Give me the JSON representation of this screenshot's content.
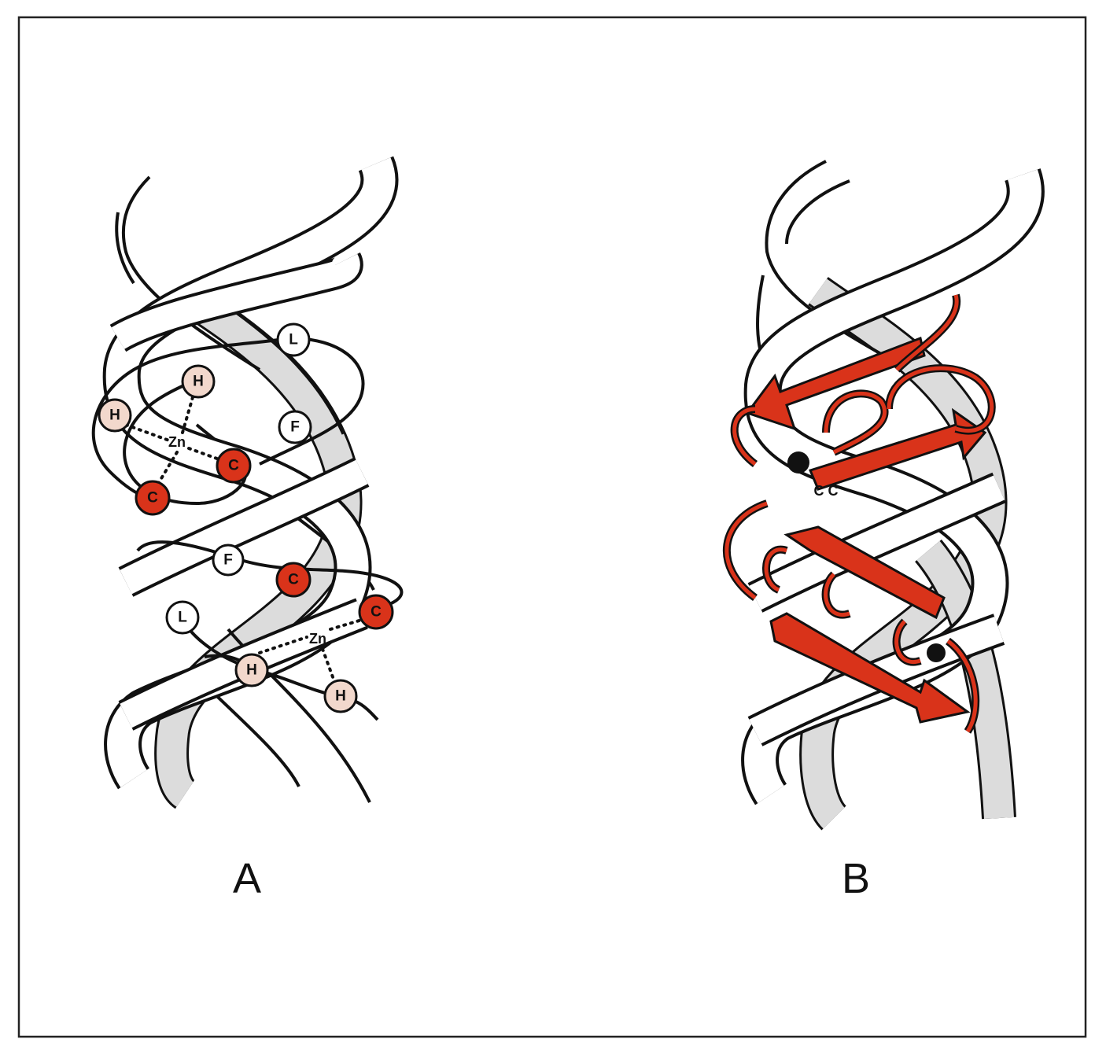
{
  "colors": {
    "frame": "#222222",
    "strand_stroke": "#111111",
    "strand_fill": "#ffffff",
    "strand_shadow": "#dcdcdc",
    "protein_red": "#d9331a",
    "histidine_fill": "#f2d8cc",
    "open_residue_fill": "#ffffff"
  },
  "panels": {
    "a": {
      "label": "A",
      "zinc_upper": "Zn",
      "zinc_lower": "Zn",
      "residues": [
        "L",
        "H",
        "H",
        "F",
        "C",
        "C",
        "F",
        "C",
        "C",
        "L",
        "H",
        "H"
      ]
    },
    "b": {
      "label": "B",
      "cysteine_pair": "C C"
    }
  }
}
